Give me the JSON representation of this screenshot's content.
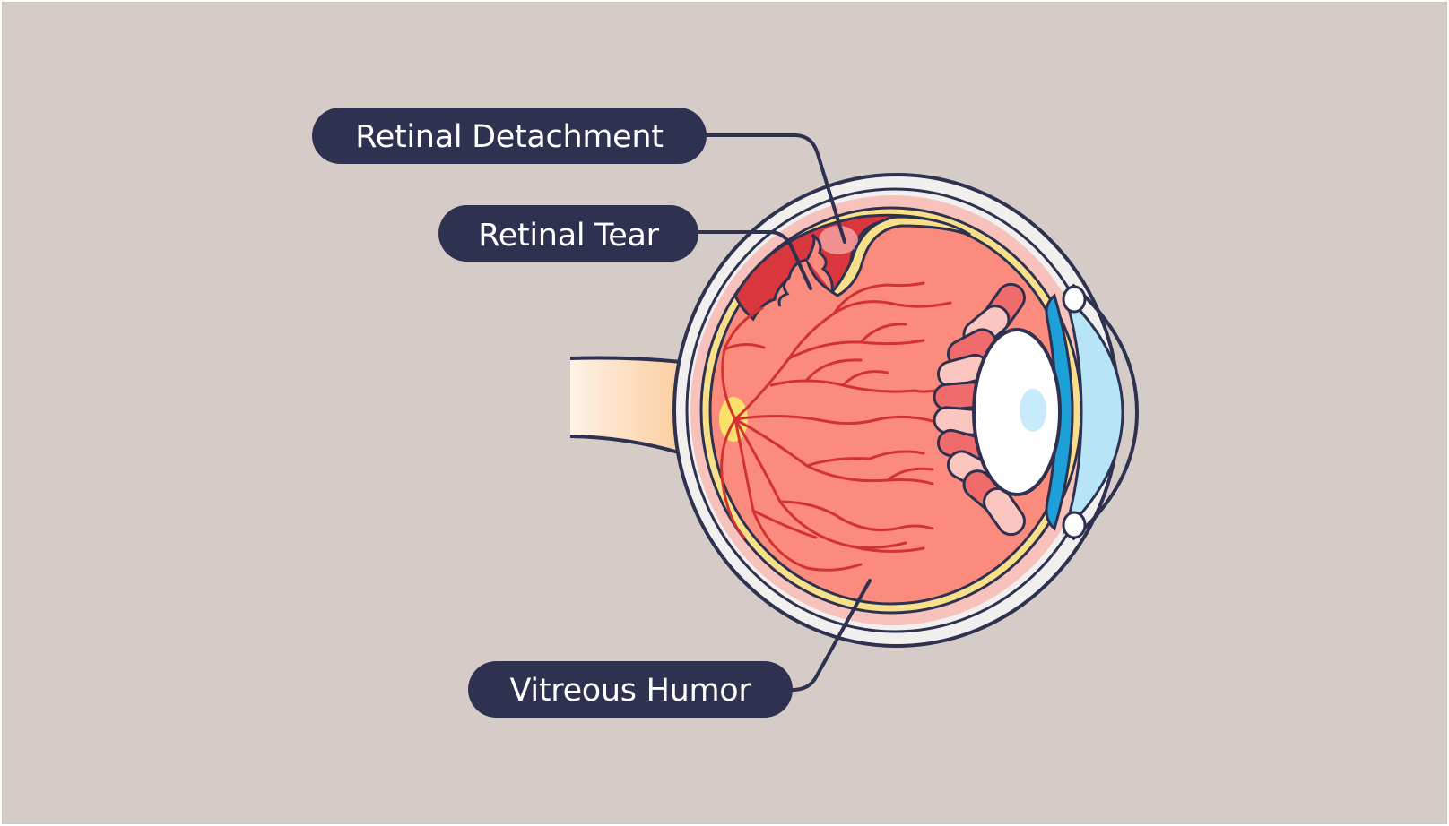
{
  "labels": {
    "retinal_detachment": "Retinal Detachment",
    "retinal_tear": "Retinal Tear",
    "vitreous_humor": "Vitreous Humor"
  },
  "colors": {
    "background": "#d6ccc7",
    "label_bg": "#2e3150",
    "outline": "#2e3150",
    "sclera": "#f2f0ef",
    "choroid": "#f6c2bb",
    "retina_yellow": "#f8e08a",
    "vitreous": "#fa8b7d",
    "vessels": "#d23232",
    "detached_area": "#d9363e",
    "optic_nerve": "#fbd3b0",
    "ciliary": "#f06b6b",
    "lens": "#ffffff",
    "pupil": "#c7ebfb",
    "cornea": "#b7e5f7",
    "iris": "#1da0d8"
  }
}
